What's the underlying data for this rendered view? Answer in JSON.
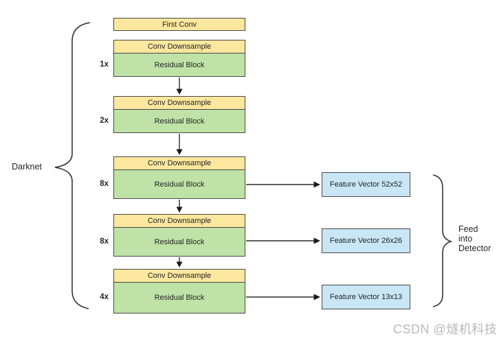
{
  "colors": {
    "yellow_fill": "#FBE79E",
    "green_fill": "#BFE2A7",
    "blue_fill": "#C8E6F5",
    "box_border": "#474747",
    "arrow_line": "#2b2b2b",
    "watermark_gray": "#b9b9b9"
  },
  "diagram": {
    "left_brace_label": "Darknet",
    "first_conv_label": "First Conv",
    "blocks": [
      {
        "multiplier": "1x",
        "header": "Conv Downsample",
        "body": "Residual Block"
      },
      {
        "multiplier": "2x",
        "header": "Conv Downsample",
        "body": "Residual Block"
      },
      {
        "multiplier": "8x",
        "header": "Conv Downsample",
        "body": "Residual Block"
      },
      {
        "multiplier": "8x",
        "header": "Conv Downsample",
        "body": "Residual Block"
      },
      {
        "multiplier": "4x",
        "header": "Conv Downsample",
        "body": "Residual Block"
      }
    ],
    "feature_vectors": [
      {
        "label": "Feature Vector 52x52"
      },
      {
        "label": "Feature Vector 26x26"
      },
      {
        "label": "Feature Vector 13x13"
      }
    ],
    "right_brace_label": "Feed\ninto\nDetector",
    "watermark": "CSDN @燧机科技"
  }
}
